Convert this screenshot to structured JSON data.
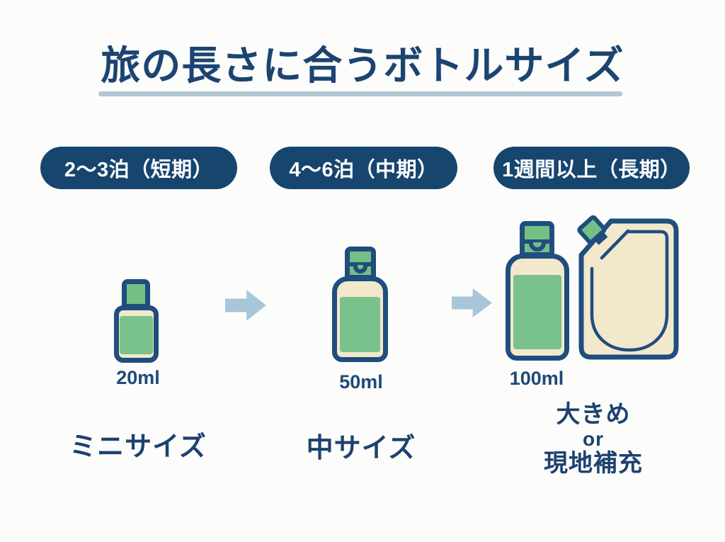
{
  "title": "旅の長さに合うボトルサイズ",
  "columns": [
    {
      "duration_pill": "2〜3泊（短期）",
      "volume": "20ml",
      "size_label": "ミニサイズ",
      "icon": "small-bottle"
    },
    {
      "duration_pill": "4〜6泊（中期）",
      "volume": "50ml",
      "size_label": "中サイズ",
      "icon": "medium-flip-cap-bottle"
    },
    {
      "duration_pill": "1週間以上（長期）",
      "volume": "100ml",
      "size_label_line1": "大きめ",
      "size_label_line2": "or",
      "size_label_line3": "現地補充",
      "icons": [
        "large-flip-cap-bottle",
        "refill-pouch"
      ]
    }
  ],
  "arrows": [
    "arrow-right",
    "arrow-right"
  ],
  "colors": {
    "background": "#fcfcfa",
    "title_navy": "#1c4471",
    "pill_navy": "#16456e",
    "outline_navy": "#1f4e7e",
    "bottle_cream": "#f2e8cc",
    "bottle_green": "#7ac28b",
    "cap_green": "#74bf85",
    "arrow_blue": "#a7c6da",
    "underline_blue": "#b3c7d4",
    "text_navy": "#1d4a78"
  }
}
